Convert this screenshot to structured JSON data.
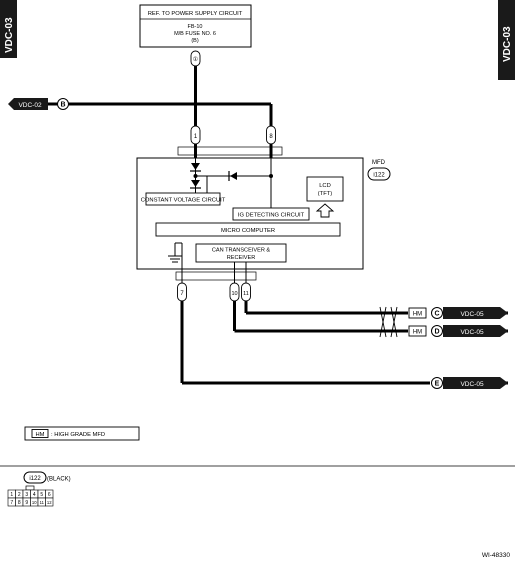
{
  "side_tabs": {
    "left": "VDC-03",
    "right": "VDC-03"
  },
  "power_box": {
    "title": "REF. TO POWER SUPPLY CIRCUIT",
    "line1": "FB-10",
    "line2": "M/B FUSE NO. 6",
    "line3": "(B)"
  },
  "incoming": {
    "label": "VDC-02",
    "letter": "B"
  },
  "mfd": {
    "label": "MFD",
    "connector": "i122",
    "lcd_line1": "LCD",
    "lcd_line2": "(TFT)",
    "constant_voltage": "CONSTANT VOLTAGE CIRCUIT",
    "ig_detecting": "IG DETECTING CIRCUIT",
    "micro_computer": "MICRO COMPUTER",
    "can_line1": "CAN TRANSCEIVER &",
    "can_line2": "RECEIVER"
  },
  "pins": {
    "fuse_out": "①",
    "top_left": "1",
    "top_right": "8",
    "bot_ground": "7",
    "bot_mid": "10",
    "bot_right": "11"
  },
  "outputs": [
    {
      "hm": "HM",
      "letter": "C",
      "label": "VDC-05"
    },
    {
      "hm": "HM",
      "letter": "D",
      "label": "VDC-05"
    },
    {
      "letter": "E",
      "label": "VDC-05"
    }
  ],
  "legend": {
    "hm": "HM",
    "text": ": HIGH GRADE MFD"
  },
  "connector_ref": {
    "name": "i122",
    "color": "(BLACK)",
    "row1": [
      "1",
      "2",
      "3",
      "4",
      "5",
      "6"
    ],
    "row2": [
      "7",
      "8",
      "9",
      "10",
      "11",
      "12"
    ]
  },
  "footer_code": "WI-48330"
}
